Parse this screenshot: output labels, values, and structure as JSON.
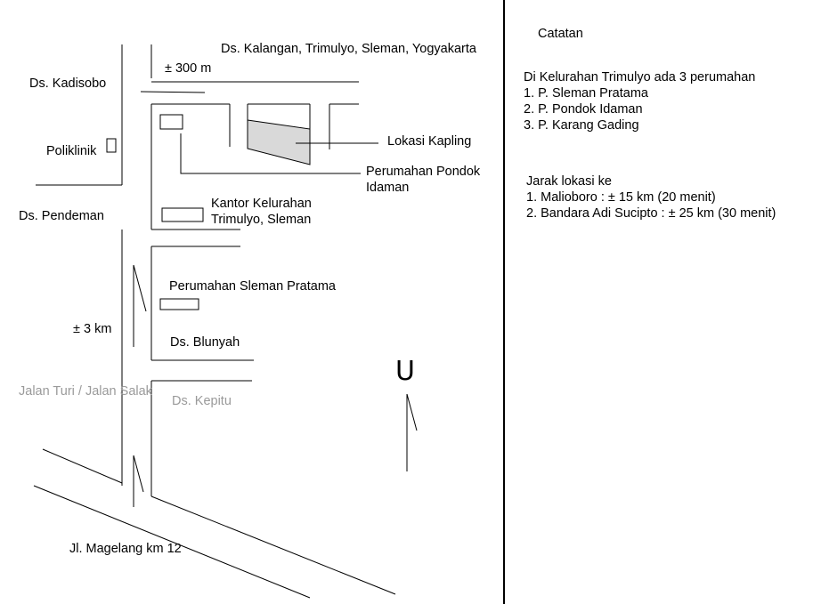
{
  "map": {
    "road_labels": {
      "kalangan": "Ds. Kalangan, Trimulyo, Sleman, Yogyakarta",
      "distance_300m": "± 300 m",
      "kadisobo": "Ds. Kadisobo",
      "poliklinik": "Poliklinik",
      "pendeman": "Ds. Pendeman",
      "lokasi_kapling": "Lokasi Kapling",
      "pondok_idaman_1": "Perumahan Pondok",
      "pondok_idaman_2": "Idaman",
      "kantor_kelurahan_1": "Kantor Kelurahan",
      "kantor_kelurahan_2": "Trimulyo, Sleman",
      "sleman_pratama": "Perumahan Sleman Pratama",
      "distance_3km": "± 3 km",
      "blunyah": "Ds. Blunyah",
      "jalan_turi": "Jalan Turi / Jalan Salak",
      "kepitu": "Ds. Kepitu",
      "magelang": "Jl. Magelang km 12"
    },
    "north_label": "U"
  },
  "notes": {
    "title": "Catatan",
    "perumahan_heading": "Di Kelurahan Trimulyo ada 3 perumahan",
    "perumahan": [
      "1. P. Sleman Pratama",
      "2. P. Pondok Idaman",
      "3. P. Karang Gading"
    ],
    "jarak_heading": "Jarak lokasi ke",
    "jarak": [
      "1. Malioboro : ± 15 km (20 menit)",
      "2. Bandara Adi Sucipto : ± 25 km (30 menit)"
    ]
  },
  "colors": {
    "line": "#000000",
    "kapling_fill": "#d9d9d9",
    "faded_text": "#9a9a9a"
  }
}
